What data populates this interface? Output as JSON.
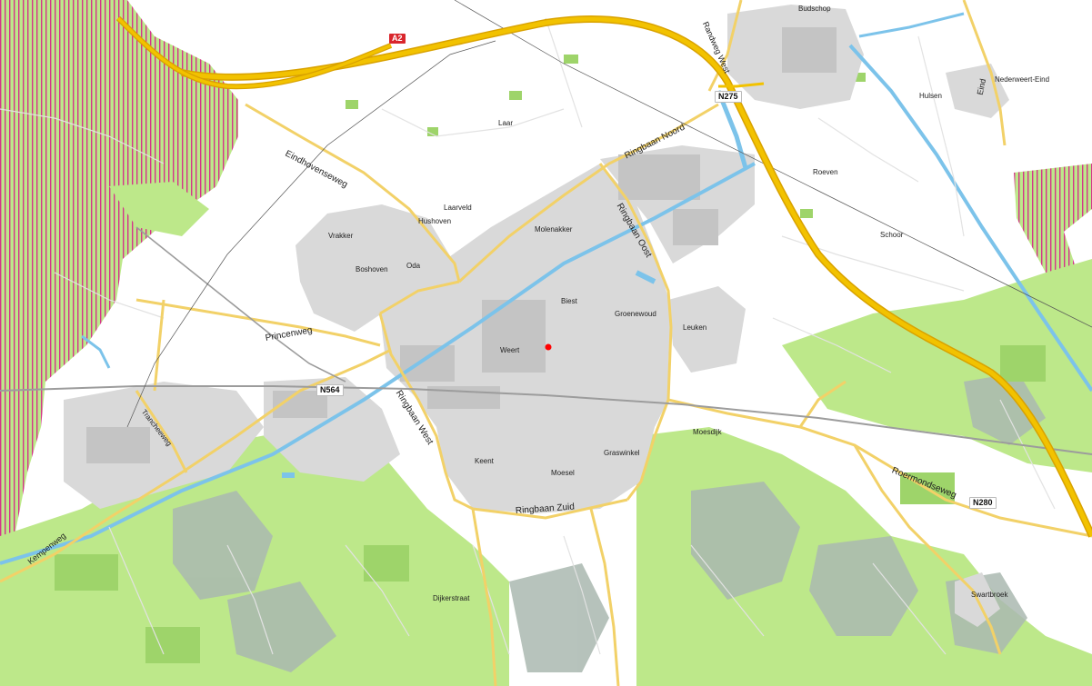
{
  "map": {
    "colors": {
      "background": "#ffffff",
      "forest": "#bde88a",
      "forest_dark": "#9ed46a",
      "heath": "#aab8b0",
      "urban": "#d9d9d9",
      "urban_block": "#c4c4c4",
      "motorway": "#f2c200",
      "motorway_edge": "#d9a200",
      "main_road": "#f7df82",
      "minor_road": "#e2e2e2",
      "water": "#7cc3ea",
      "rail": "#9c9c9c",
      "nature_hatch": "#d4348a",
      "marker": "#ff0000"
    },
    "places": [
      {
        "id": "budschop",
        "name": "Budschop"
      },
      {
        "id": "nederweert-eind",
        "name": "Nederweert-Eind"
      },
      {
        "id": "hulsen",
        "name": "Hulsen"
      },
      {
        "id": "laar",
        "name": "Laar"
      },
      {
        "id": "roeven",
        "name": "Roeven"
      },
      {
        "id": "laarveld",
        "name": "Laarveld"
      },
      {
        "id": "hushoven",
        "name": "Hushoven"
      },
      {
        "id": "molenakker",
        "name": "Molenakker"
      },
      {
        "id": "vrakker",
        "name": "Vrakker"
      },
      {
        "id": "schoor",
        "name": "Schoor"
      },
      {
        "id": "oda",
        "name": "Oda"
      },
      {
        "id": "boshoven",
        "name": "Boshoven"
      },
      {
        "id": "biest",
        "name": "Biest"
      },
      {
        "id": "groenewoud",
        "name": "Groenewoud"
      },
      {
        "id": "leuken",
        "name": "Leuken"
      },
      {
        "id": "weert",
        "name": "Weert"
      },
      {
        "id": "moesdijk",
        "name": "Moesdijk"
      },
      {
        "id": "keent",
        "name": "Keent"
      },
      {
        "id": "graswinkel",
        "name": "Graswinkel"
      },
      {
        "id": "moesel",
        "name": "Moesel"
      },
      {
        "id": "dijkerstraat",
        "name": "Dijkerstraat"
      },
      {
        "id": "swartbroek",
        "name": "Swartbroek"
      }
    ],
    "roads": [
      {
        "id": "eindhovenseweg",
        "name": "Eindhovenseweg"
      },
      {
        "id": "ringbaan-noord",
        "name": "Ringbaan Noord"
      },
      {
        "id": "ringbaan-oost",
        "name": "Ringbaan Oost"
      },
      {
        "id": "ringbaan-west",
        "name": "Ringbaan West"
      },
      {
        "id": "ringbaan-zuid",
        "name": "Ringbaan Zuid"
      },
      {
        "id": "princenweg",
        "name": "Princenweg"
      },
      {
        "id": "roermondseweg",
        "name": "Roermondseweg"
      },
      {
        "id": "kempenweg",
        "name": "Kempenweg"
      },
      {
        "id": "trancheeweg",
        "name": "Trancheeweg"
      },
      {
        "id": "randweg-west",
        "name": "Randweg West"
      },
      {
        "id": "eind",
        "name": "Eind"
      }
    ],
    "shields": [
      {
        "id": "a2",
        "ref": "A2",
        "kind": "motorway"
      },
      {
        "id": "n275",
        "ref": "N275",
        "kind": "national"
      },
      {
        "id": "n564",
        "ref": "N564",
        "kind": "national"
      },
      {
        "id": "n280",
        "ref": "N280",
        "kind": "national"
      }
    ]
  }
}
